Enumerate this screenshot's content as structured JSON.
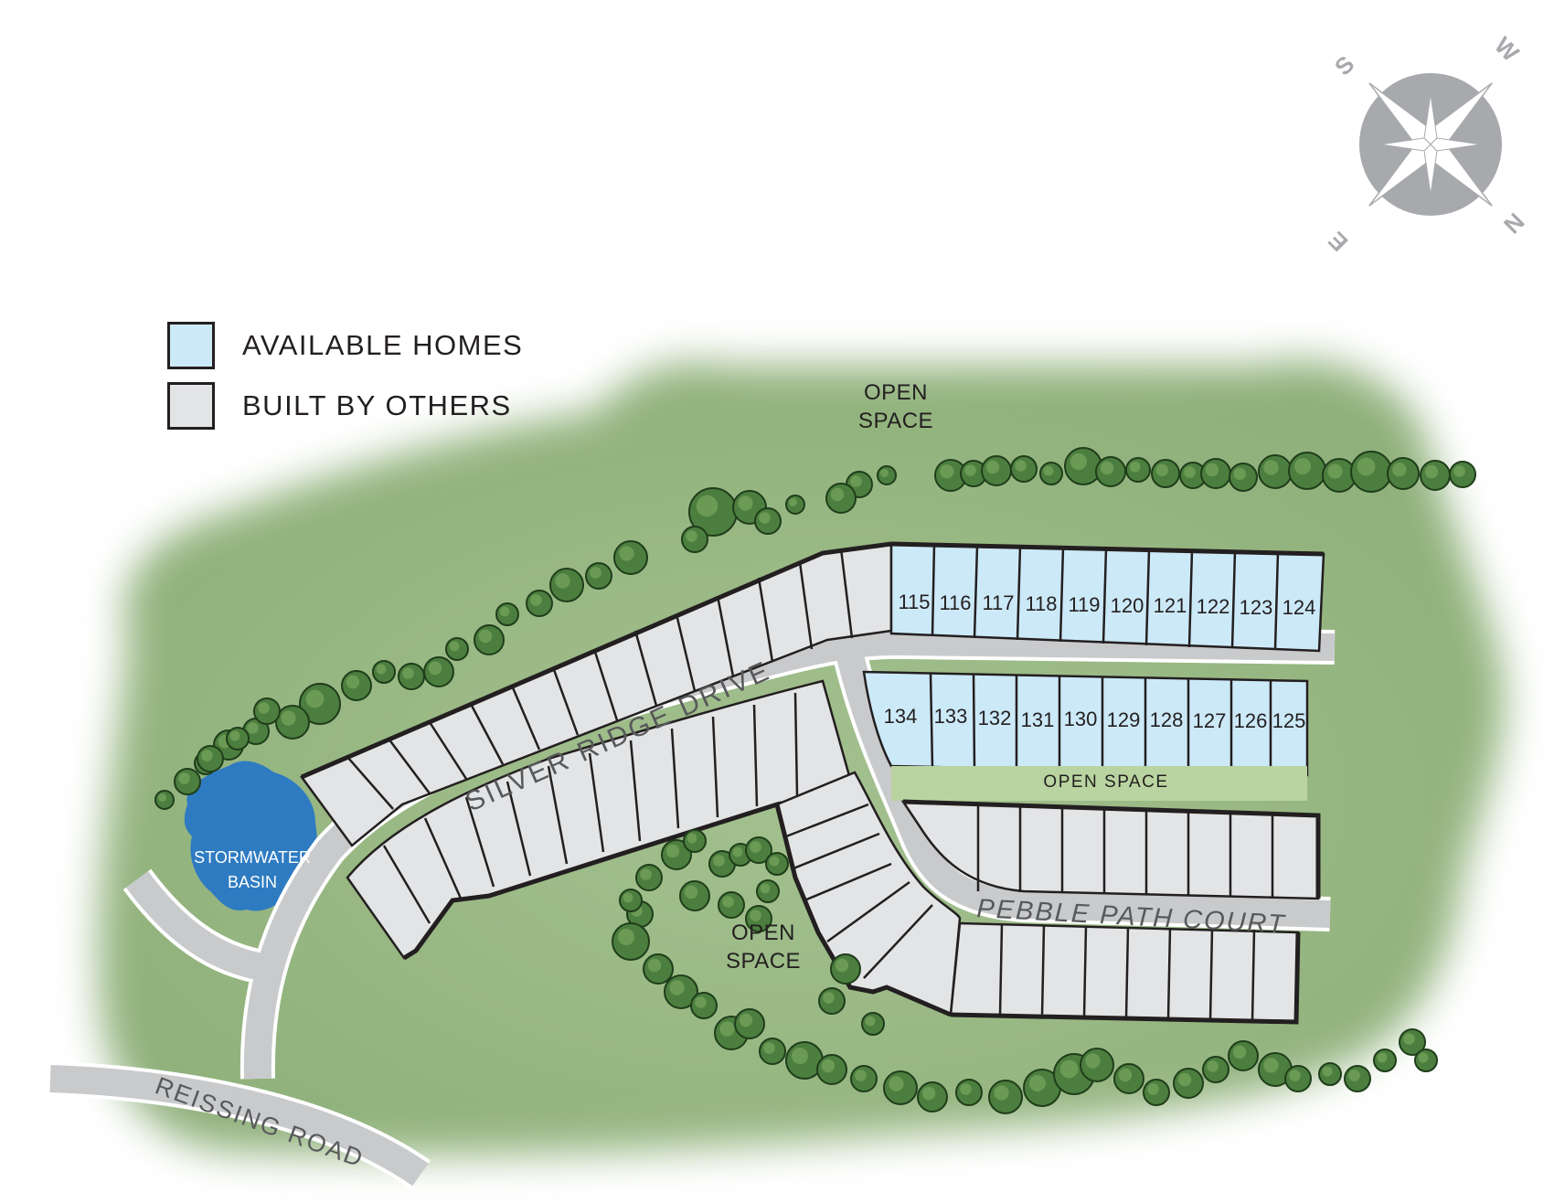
{
  "legend": {
    "available": {
      "label": "AVAILABLE HOMES",
      "color": "#cce9f8"
    },
    "built": {
      "label": "BUILT BY OTHERS",
      "color": "#e3e4e5"
    }
  },
  "compass": {
    "n": "N",
    "e": "E",
    "s": "S",
    "w": "W"
  },
  "roads": {
    "silver_ridge": "SILVER RIDGE DRIVE",
    "pebble_path": "PEBBLE PATH COURT",
    "reissing": "REISSING ROAD"
  },
  "areas": {
    "open_space_north_1": "OPEN",
    "open_space_north_2": "SPACE",
    "open_space_center": "OPEN SPACE",
    "open_space_south_1": "OPEN",
    "open_space_south_2": "SPACE",
    "stormwater_1": "STORMWATER",
    "stormwater_2": "BASIN"
  },
  "lots_row1": [
    "115",
    "116",
    "117",
    "118",
    "119",
    "120",
    "121",
    "122",
    "123",
    "124"
  ],
  "lots_row2": [
    "134",
    "133",
    "132",
    "131",
    "130",
    "129",
    "128",
    "127",
    "126",
    "125"
  ],
  "colors": {
    "grass": "#99b985",
    "road": "#c9cacc",
    "available": "#cce9f8",
    "built": "#e3e4e5",
    "outline": "#231f20",
    "water": "#2e7bc1",
    "tree": "#4c7f3f",
    "compass": "#a7a9ac"
  }
}
